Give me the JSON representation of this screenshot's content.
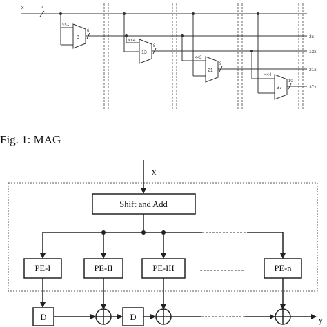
{
  "figure_caption": "Fig. 1: MAG",
  "mag": {
    "input_label": "x",
    "input_width": "4",
    "stages": [
      {
        "shift": "<<1",
        "block": "3",
        "width": "6",
        "output": "3x"
      },
      {
        "shift": "<<4",
        "block": "13",
        "width": "8",
        "output": "13x"
      },
      {
        "shift": "<<3",
        "block": "21",
        "width": "9",
        "output": "21x"
      },
      {
        "shift": "<<4",
        "block": "37",
        "width": "10",
        "output": "37x"
      }
    ]
  },
  "array": {
    "input_label": "x",
    "shift_add_label": "Shift and Add",
    "pe_labels": [
      "PE-I",
      "PE-II",
      "PE-III",
      "PE-n"
    ],
    "delay_label": "D",
    "output_label": "y"
  }
}
